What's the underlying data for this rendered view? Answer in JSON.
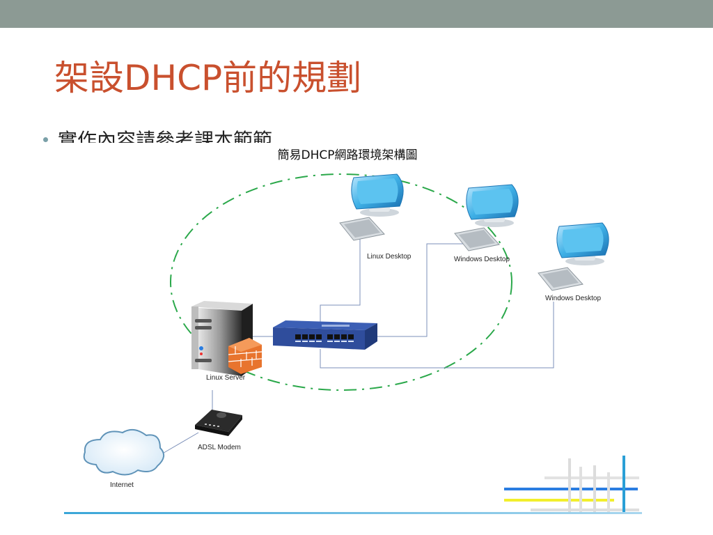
{
  "slide": {
    "title": "架設DHCP前的規劃",
    "bullet": "實作內容請參考課本範範"
  },
  "diagram": {
    "title": "簡易DHCP網路環境架構圖",
    "nodes": {
      "linux_desktop": "Linux Desktop",
      "windows_desktop_1": "Windows Desktop",
      "windows_desktop_2": "Windows Desktop",
      "linux_server": "Linux Server",
      "adsl_modem": "ADSL Modem",
      "internet": "Internet"
    }
  },
  "colors": {
    "title": "#c9502e",
    "topbar": "#8c9a94",
    "dhcp_boundary": "#2aa84a",
    "switch": "#2f4d9c",
    "monitor": "#3fb0e6",
    "firewall": "#e8742e"
  }
}
